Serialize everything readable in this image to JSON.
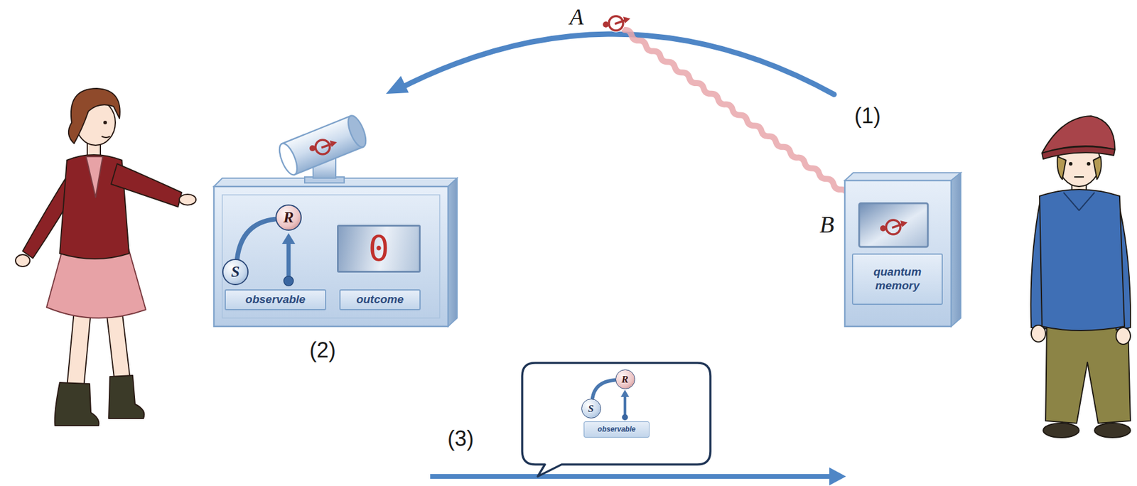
{
  "diagram": {
    "nodes": [
      {
        "text": [
          "S"
        ]
      },
      {
        "text": [
          "R"
        ]
      },
      {
        "text": [
          "observable"
        ]
      },
      {
        "text": [
          "0"
        ]
      },
      {
        "text": [
          "outcome"
        ]
      },
      {
        "text": [
          "quantum memory"
        ]
      },
      {
        "text": [
          "S"
        ]
      },
      {
        "text": [
          "R"
        ]
      },
      {
        "text": [
          "observable"
        ]
      }
    ],
    "edges": [
      {
        "from": 0,
        "to": 1,
        "arrow": "none"
      },
      {
        "from": 6,
        "to": 7,
        "arrow": "none"
      }
    ],
    "labels": [
      "A",
      "B",
      "(1)",
      "(2)",
      "(3)"
    ]
  }
}
